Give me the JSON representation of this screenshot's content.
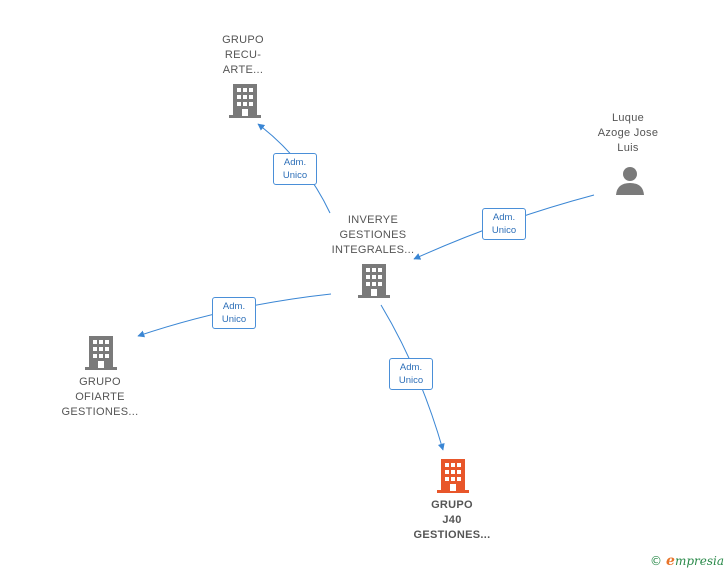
{
  "nodes": {
    "recuarte": {
      "lines": [
        "GRUPO",
        "RECU-",
        "ARTE..."
      ],
      "icon": "building-icon",
      "color": "#7a7a7a"
    },
    "luque": {
      "lines": [
        "Luque",
        "Azoge Jose",
        "Luis"
      ],
      "icon": "person-icon",
      "color": "#7a7a7a"
    },
    "inverye": {
      "lines": [
        "INVERYE",
        "GESTIONES",
        "INTEGRALES..."
      ],
      "icon": "building-icon",
      "color": "#7a7a7a"
    },
    "ofiarte": {
      "lines": [
        "GRUPO",
        "OFIARTE",
        "GESTIONES..."
      ],
      "icon": "building-icon",
      "color": "#7a7a7a"
    },
    "j40": {
      "lines": [
        "GRUPO",
        "J40",
        "GESTIONES..."
      ],
      "icon": "building-icon",
      "color": "#e8562a"
    }
  },
  "edges": [
    {
      "from": "inverye",
      "to": "recuarte",
      "label": [
        "Adm.",
        "Unico"
      ]
    },
    {
      "from": "luque",
      "to": "inverye",
      "label": [
        "Adm.",
        "Unico"
      ]
    },
    {
      "from": "inverye",
      "to": "ofiarte",
      "label": [
        "Adm.",
        "Unico"
      ]
    },
    {
      "from": "inverye",
      "to": "j40",
      "label": [
        "Adm.",
        "Unico"
      ]
    }
  ],
  "colors": {
    "edge": "#3a86d4",
    "edge_label_text": "#2d6fb8"
  },
  "watermark": {
    "copyright": "©",
    "brand_initial": "e",
    "brand_rest": "mpresia"
  }
}
